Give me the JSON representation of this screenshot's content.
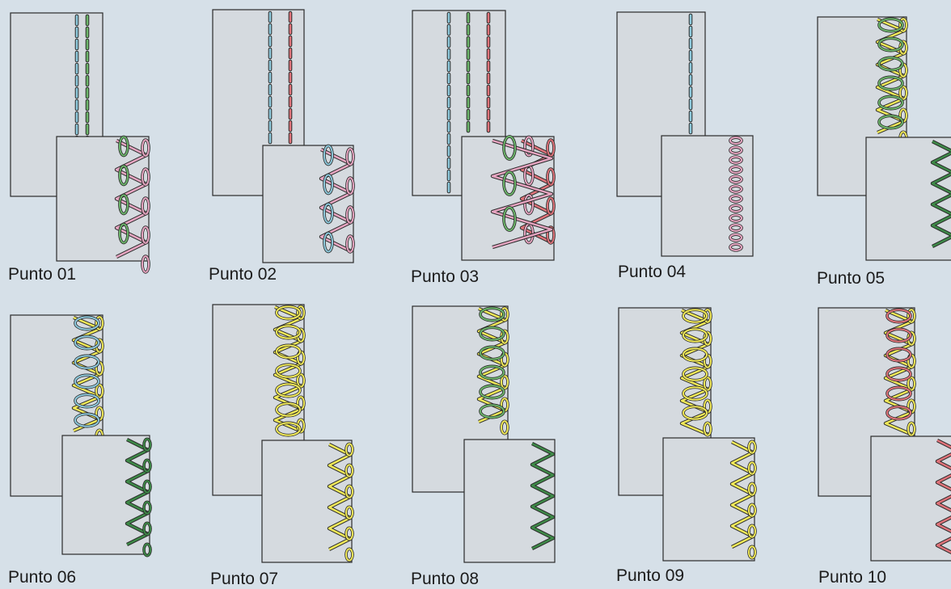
{
  "colors": {
    "background": "#d6e0e8",
    "fabric_fill": "#d5dadf",
    "fabric_outline": "#2b2b2b",
    "thread_blue": "#8ec9dc",
    "thread_green": "#6cb56a",
    "thread_red": "#e0737a",
    "thread_pink": "#e8a6c2",
    "thread_yellow": "#f2ea58",
    "thread_darkgreen": "#3e8a48"
  },
  "stitches": [
    {
      "label": "Punto 01",
      "threads": [
        "thread_blue",
        "thread_green",
        "thread_pink",
        "thread_green"
      ]
    },
    {
      "label": "Punto 02",
      "threads": [
        "thread_blue",
        "thread_red",
        "thread_pink",
        "thread_blue"
      ]
    },
    {
      "label": "Punto 03",
      "threads": [
        "thread_blue",
        "thread_green",
        "thread_red",
        "thread_pink",
        "thread_green"
      ]
    },
    {
      "label": "Punto 04",
      "threads": [
        "thread_blue",
        "thread_pink",
        "thread_blue"
      ]
    },
    {
      "label": "Punto 05",
      "threads": [
        "thread_yellow",
        "thread_green",
        "thread_darkgreen"
      ]
    },
    {
      "label": "Punto 06",
      "threads": [
        "thread_yellow",
        "thread_blue",
        "thread_darkgreen",
        "thread_yellow"
      ]
    },
    {
      "label": "Punto 07",
      "threads": [
        "thread_yellow",
        "thread_yellow"
      ]
    },
    {
      "label": "Punto 08",
      "threads": [
        "thread_yellow",
        "thread_green",
        "thread_darkgreen",
        "thread_yellow"
      ]
    },
    {
      "label": "Punto 09",
      "threads": [
        "thread_yellow",
        "thread_yellow"
      ]
    },
    {
      "label": "Punto 10",
      "threads": [
        "thread_yellow",
        "thread_red",
        "thread_yellow"
      ]
    }
  ]
}
